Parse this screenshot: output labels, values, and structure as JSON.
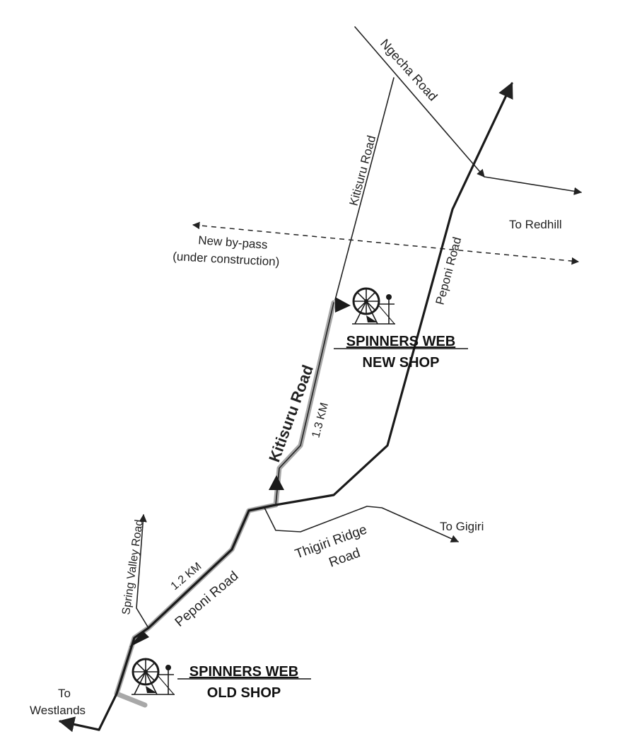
{
  "roads": {
    "ngecha": "Ngecha Road",
    "kitisuru_upper": "Kitisuru Road",
    "kitisuru_main": "Kitisuru Road",
    "peponi_upper": "Peponi Road",
    "peponi_lower": "Peponi Road",
    "spring_valley": "Spring Valley Road",
    "thigiri_line1": "Thigiri Ridge",
    "thigiri_line2": "Road",
    "bypass_line1": "New by-pass",
    "bypass_line2": "(under construction)"
  },
  "destinations": {
    "redhill": "To Redhill",
    "gigiri": "To Gigiri",
    "westlands_line1": "To",
    "westlands_line2": "Westlands"
  },
  "distances": {
    "kitisuru": "1.3 KM",
    "peponi": "1.2 KM"
  },
  "shops": {
    "new_title": "SPINNERS WEB",
    "new_subtitle": "NEW SHOP",
    "old_title": "SPINNERS WEB",
    "old_subtitle": "OLD SHOP"
  },
  "colors": {
    "road": "#1a1a1a",
    "route_highlight": "#a8a8a8",
    "background": "#ffffff"
  },
  "icons": [
    "spinning-wheel-icon",
    "arrow-head-icon"
  ]
}
